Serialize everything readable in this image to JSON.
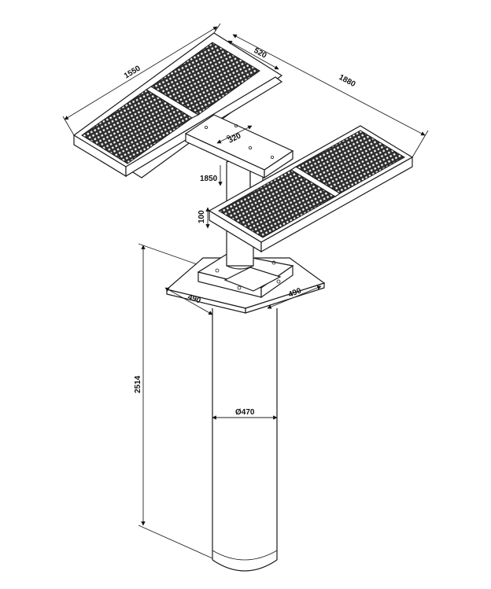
{
  "dimensions": {
    "arm_length": "1550",
    "platform_width": "520",
    "overall_span": "1880",
    "beam_width": "320",
    "arm_height": "1850",
    "platform_thickness": "100",
    "base_side_left": "490",
    "base_side_right": "490",
    "column_height": "2514",
    "column_diameter": "Ø470"
  },
  "colors": {
    "line": "#1a1a1a",
    "grating": "#2a2a2a",
    "background": "#ffffff"
  }
}
